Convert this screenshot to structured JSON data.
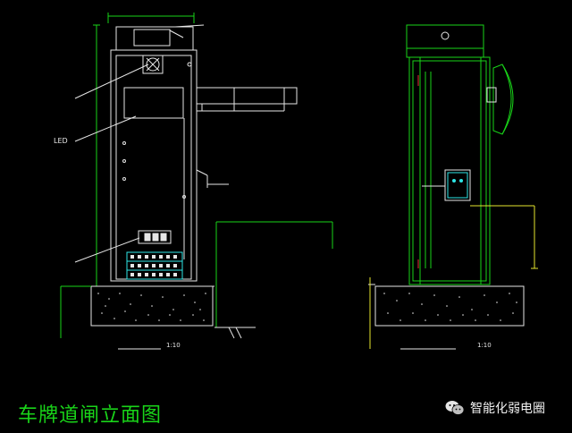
{
  "page_title": "车牌道闸立面图",
  "watermark": "智能化弱电圈",
  "left_view": {
    "labels": {
      "top_right": "",
      "fan": "",
      "led": "LED",
      "side": "",
      "fill": "",
      "lamp": ""
    },
    "caption": "",
    "scale": "1:10"
  },
  "right_view": {
    "labels": {
      "reader": "",
      "ground": ""
    },
    "caption": "",
    "scale": "1:10",
    "note1": "",
    "note2": ""
  },
  "colors": {
    "background": "#000000",
    "line_white": "#e6e6e6",
    "line_green": "#19d419",
    "accent_cyan": "#2ee6e6",
    "accent_yellow": "#e6e62e",
    "accent_red": "#e63232"
  }
}
